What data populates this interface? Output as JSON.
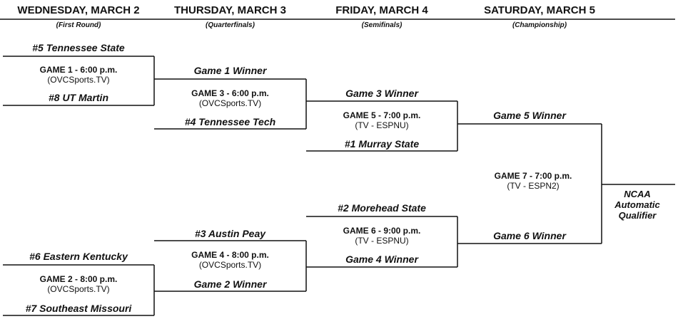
{
  "days": [
    {
      "day": "WEDNESDAY, MARCH 2",
      "round": "(First Round)"
    },
    {
      "day": "THURSDAY, MARCH 3",
      "round": "(Quarterfinals)"
    },
    {
      "day": "FRIDAY, MARCH 4",
      "round": "(Semifinals)"
    },
    {
      "day": "SATURDAY, MARCH 5",
      "round": "(Championship)"
    }
  ],
  "teams": {
    "tennessee_state": "#5 Tennessee State",
    "ut_martin": "#8 UT Martin",
    "eastern_kentucky": "#6 Eastern Kentucky",
    "southeast_missouri": "#7 Southeast Missouri",
    "game1_winner": "Game 1 Winner",
    "tennessee_tech": "#4 Tennessee Tech",
    "austin_peay": "#3 Austin Peay",
    "game2_winner": "Game 2 Winner",
    "game3_winner": "Game 3 Winner",
    "murray_state": "#1 Murray State",
    "morehead_state": "#2 Morehead State",
    "game4_winner": "Game 4 Winner",
    "game5_winner": "Game 5 Winner",
    "game6_winner": "Game 6 Winner"
  },
  "games": {
    "g1": {
      "label": "GAME  1 - 6:00 p.m.",
      "tv": "(OVCSports.TV)"
    },
    "g2": {
      "label": "GAME  2 - 8:00 p.m.",
      "tv": "(OVCSports.TV)"
    },
    "g3": {
      "label": "GAME  3 - 6:00 p.m.",
      "tv": "(OVCSports.TV)"
    },
    "g4": {
      "label": "GAME  4 - 8:00 p.m.",
      "tv": "(OVCSports.TV)"
    },
    "g5": {
      "label": "GAME  5 - 7:00 p.m.",
      "tv": "(TV - ESPNU)"
    },
    "g6": {
      "label": "GAME  6 - 9:00 p.m.",
      "tv": "(TV - ESPNU)"
    },
    "g7": {
      "label": "GAME  7 - 7:00 p.m.",
      "tv": "(TV - ESPN2)"
    }
  },
  "champion": {
    "line1": "NCAA",
    "line2": "Automatic",
    "line3": "Qualifier"
  }
}
